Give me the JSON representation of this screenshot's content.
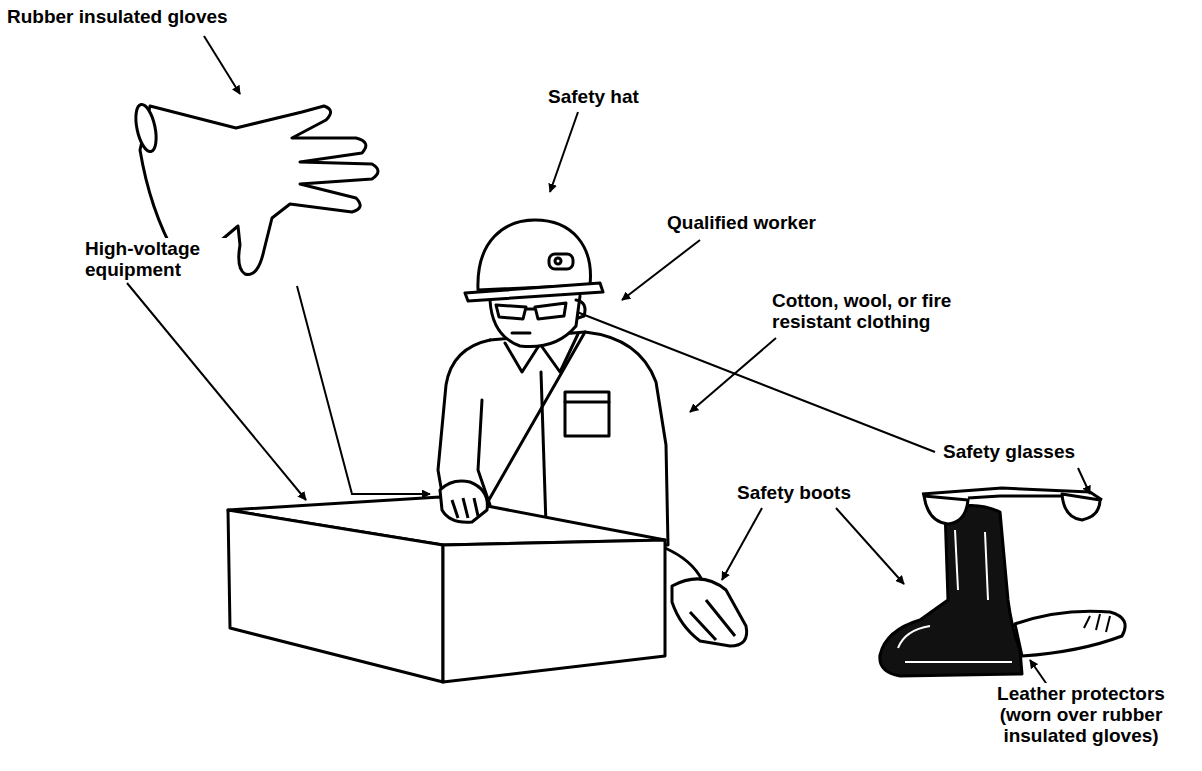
{
  "diagram": {
    "labels": [
      "Rubber insulated gloves",
      "Safety hat",
      "Qualified worker",
      "Cotton, wool, or fire resistant clothing",
      "High-voltage equipment",
      "Safety glasses",
      "Safety boots",
      "Leather protectors (worn over rubber insulated gloves)"
    ]
  }
}
